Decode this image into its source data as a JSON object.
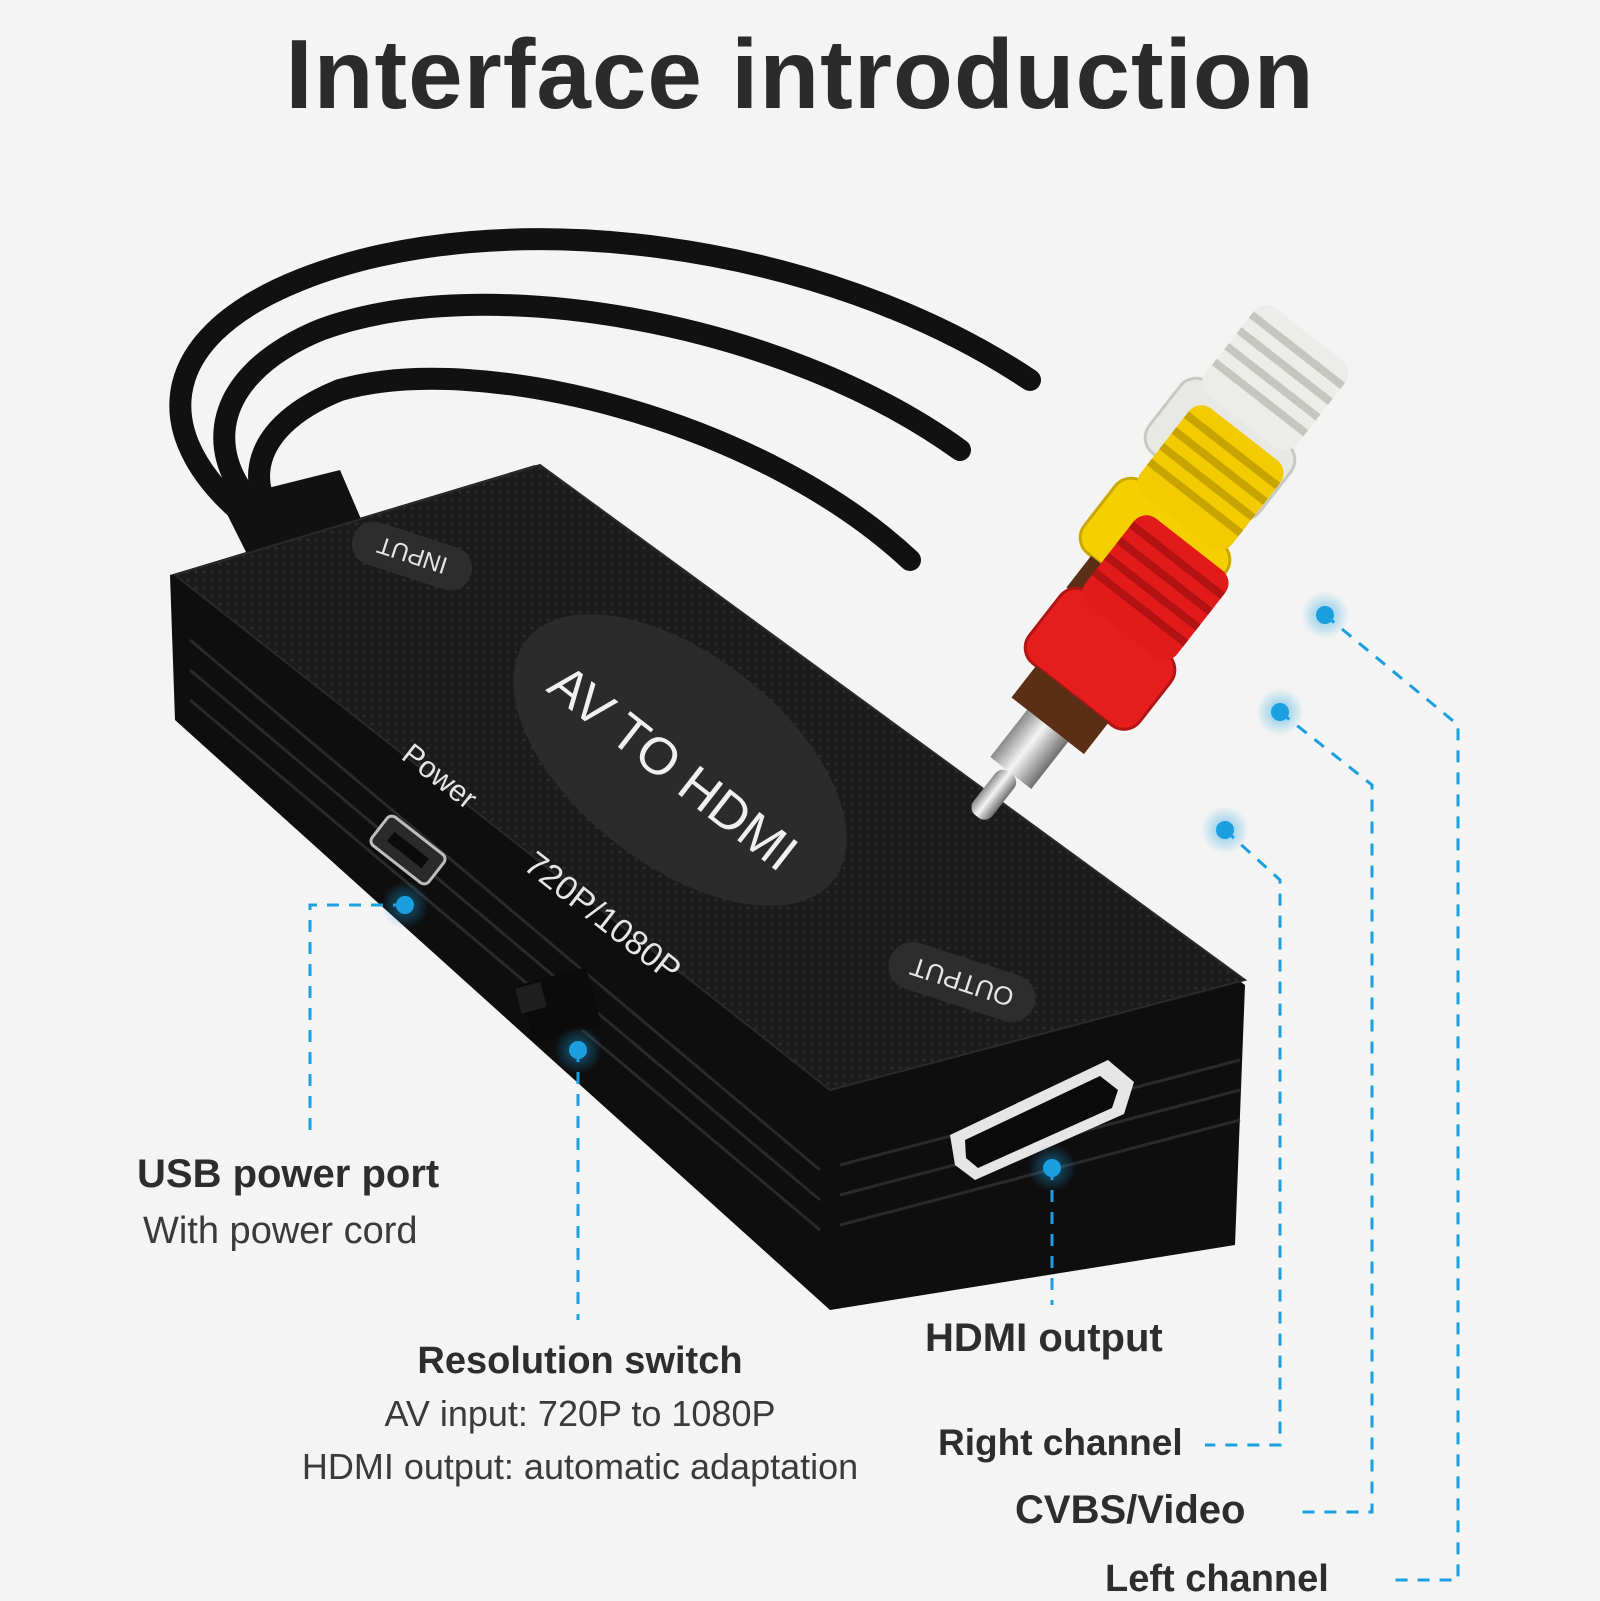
{
  "title": "Interface introduction",
  "device": {
    "input_tag": "INPUT",
    "output_tag": "OUTPUT",
    "badge": "AV TO HDMI",
    "power_tag": "Power",
    "switch_tag": "720P/1080P"
  },
  "callouts": {
    "usb": {
      "title": "USB power port",
      "desc": "With power cord"
    },
    "resolution": {
      "title": "Resolution switch",
      "line1": "AV input: 720P to 1080P",
      "line2": "HDMI output: automatic adaptation"
    },
    "hdmi": {
      "title": "HDMI output"
    },
    "right": {
      "title": "Right channel"
    },
    "video": {
      "title": "CVBS/Video"
    },
    "left": {
      "title": "Left channel"
    }
  },
  "colors": {
    "accent": "#1a9fe0",
    "plug_white": "#e8e8e4",
    "plug_yellow": "#f5d000",
    "plug_red": "#e51d1d",
    "body": "#141414"
  }
}
